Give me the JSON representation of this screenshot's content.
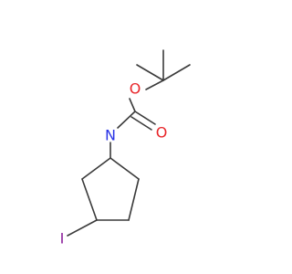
{
  "molecule": {
    "atoms": {
      "oxygen_ether": {
        "symbol": "O",
        "color": "#e8262a"
      },
      "oxygen_carbonyl": {
        "symbol": "O",
        "color": "#e8262a"
      },
      "nitrogen": {
        "symbol": "N",
        "color": "#2a34e6"
      },
      "iodine": {
        "symbol": "I",
        "color": "#8a1b9a"
      }
    },
    "bond_color": "#3a3a3a",
    "groups": [
      "tert-butyl",
      "carbamate",
      "cyclopentyl",
      "iodo"
    ]
  }
}
